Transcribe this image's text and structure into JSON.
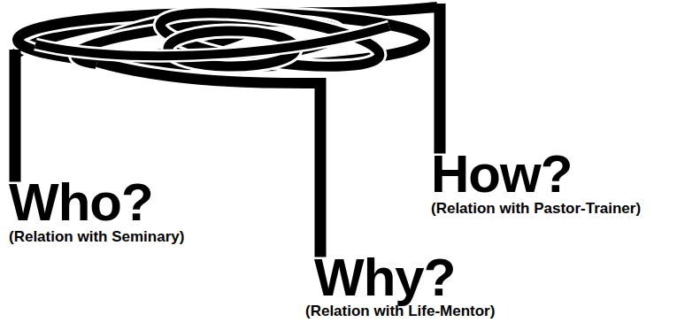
{
  "diagram": {
    "labels": [
      "Who?",
      "(Relation with Seminary)",
      "How?",
      "(Relation with Pastor-Trainer)",
      "Why?",
      "(Relation with Life-Mentor)"
    ]
  }
}
